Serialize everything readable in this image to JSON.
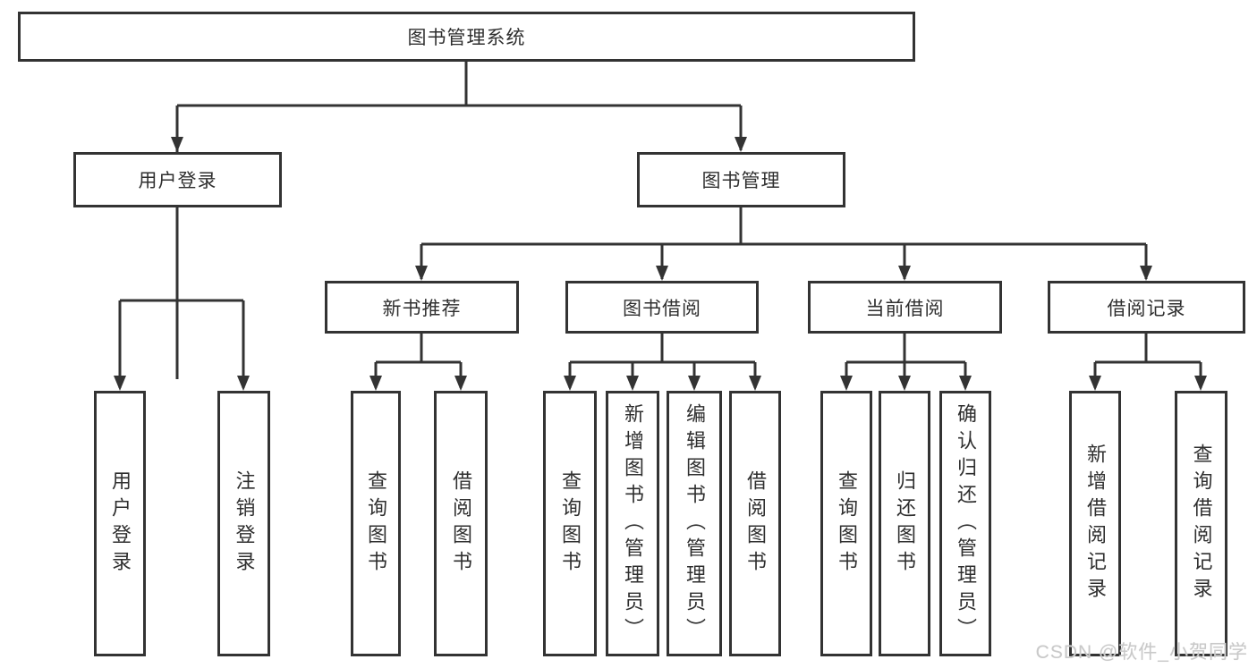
{
  "nodes": {
    "root": "图书管理系统",
    "user_login": "用户登录",
    "book_mgmt": "图书管理",
    "new_book_rec": "新书推荐",
    "book_borrow": "图书借阅",
    "current_borrow": "当前借阅",
    "borrow_records": "借阅记录",
    "ul_login": "用户登录",
    "ul_logout": "注销登录",
    "nr_query": "查询图书",
    "nr_borrow": "借阅图书",
    "bb_query": "查询图书",
    "bb_add": "新增图书（管理员）",
    "bb_edit": "编辑图书（管理员）",
    "bb_borrow": "借阅图书",
    "cb_query": "查询图书",
    "cb_return": "归还图书",
    "cb_confirm": "确认归还（管理员）",
    "br_add": "新增借阅记录",
    "br_query": "查询借阅记录"
  },
  "hierarchy": {
    "root": [
      "user_login",
      "book_mgmt"
    ],
    "user_login": [
      "ul_login",
      "ul_logout"
    ],
    "book_mgmt": [
      "new_book_rec",
      "book_borrow",
      "current_borrow",
      "borrow_records"
    ],
    "new_book_rec": [
      "nr_query",
      "nr_borrow"
    ],
    "book_borrow": [
      "bb_query",
      "bb_add",
      "bb_edit",
      "bb_borrow"
    ],
    "current_borrow": [
      "cb_query",
      "cb_return",
      "cb_confirm"
    ],
    "borrow_records": [
      "br_add",
      "br_query"
    ]
  },
  "watermark": "CSDN @软件_小贺同学",
  "colors": {
    "line": "#333333",
    "text": "#2f2f2f",
    "watermark": "#c9c9c9",
    "background": "#ffffff"
  }
}
